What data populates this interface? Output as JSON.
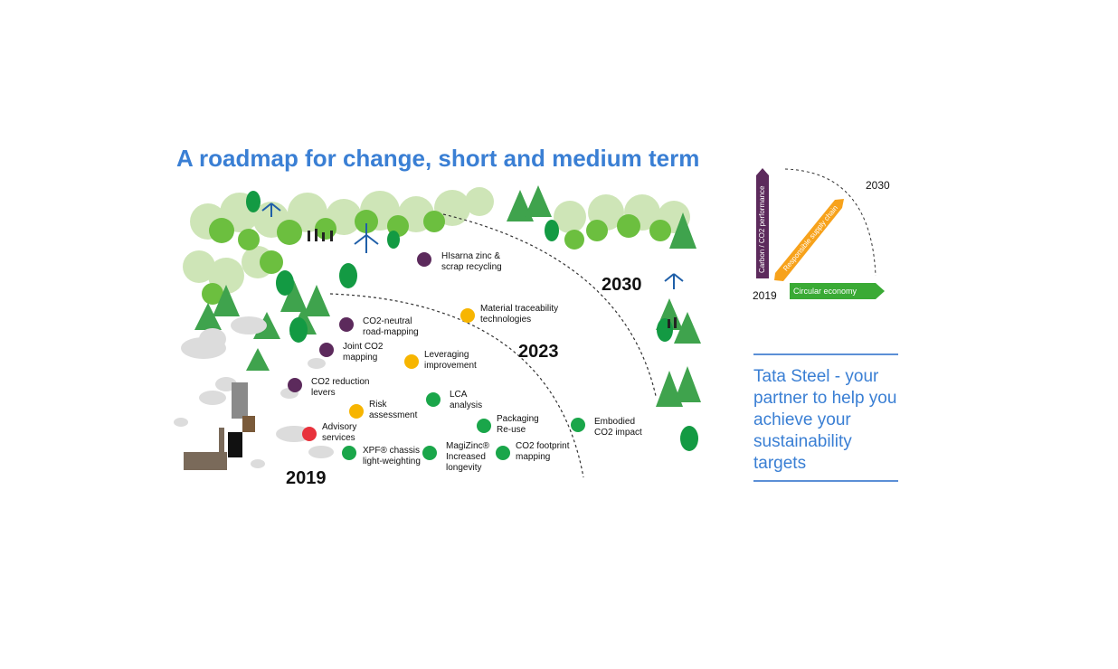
{
  "title": "A roadmap for change, short and medium term",
  "years": {
    "y2019": "2019",
    "y2023": "2023",
    "y2030": "2030"
  },
  "colors": {
    "purple": "#5c2a5c",
    "yellow": "#f7b500",
    "green": "#1aa64a",
    "red": "#e8323c",
    "accent": "#3a7fd4"
  },
  "items": [
    {
      "id": "hisarna",
      "line1": "HIsarna zinc &",
      "line2": "scrap recycling",
      "color": "purple"
    },
    {
      "id": "traceability",
      "line1": "Material traceability",
      "line2": "technologies",
      "color": "yellow"
    },
    {
      "id": "co2-neutral",
      "line1": "CO2-neutral",
      "line2": "road-mapping",
      "color": "purple"
    },
    {
      "id": "joint-co2",
      "line1": "Joint CO2",
      "line2": "mapping",
      "color": "purple"
    },
    {
      "id": "leveraging",
      "line1": "Leveraging",
      "line2": "improvement",
      "color": "yellow"
    },
    {
      "id": "co2-reduction",
      "line1": "CO2 reduction",
      "line2": "levers",
      "color": "purple"
    },
    {
      "id": "lca",
      "line1": "LCA",
      "line2": "analysis",
      "color": "green"
    },
    {
      "id": "risk",
      "line1": "Risk",
      "line2": "assessment",
      "color": "yellow"
    },
    {
      "id": "packaging",
      "line1": "Packaging",
      "line2": "Re-use",
      "color": "green"
    },
    {
      "id": "embodied",
      "line1": "Embodied",
      "line2": "CO2 impact",
      "color": "green"
    },
    {
      "id": "advisory",
      "line1": "Advisory",
      "line2": "services",
      "color": "red"
    },
    {
      "id": "xpf",
      "line1": "XPF® chassis",
      "line2": "light-weighting",
      "color": "green"
    },
    {
      "id": "magizinc",
      "line1": "MagiZinc®",
      "line2": "Increased",
      "line3": "longevity",
      "color": "green"
    },
    {
      "id": "co2-footprint",
      "line1": "CO2 footprint",
      "line2": "mapping",
      "color": "green"
    }
  ],
  "mini_diagram": {
    "year_start": "2019",
    "year_end": "2030",
    "axes": {
      "vertical": "Carbon / CO2 performance",
      "diagonal": "Responsible supply chain",
      "horizontal": "Circular economy"
    }
  },
  "tagline": "Tata Steel - your partner to help you achieve your sustainability targets"
}
